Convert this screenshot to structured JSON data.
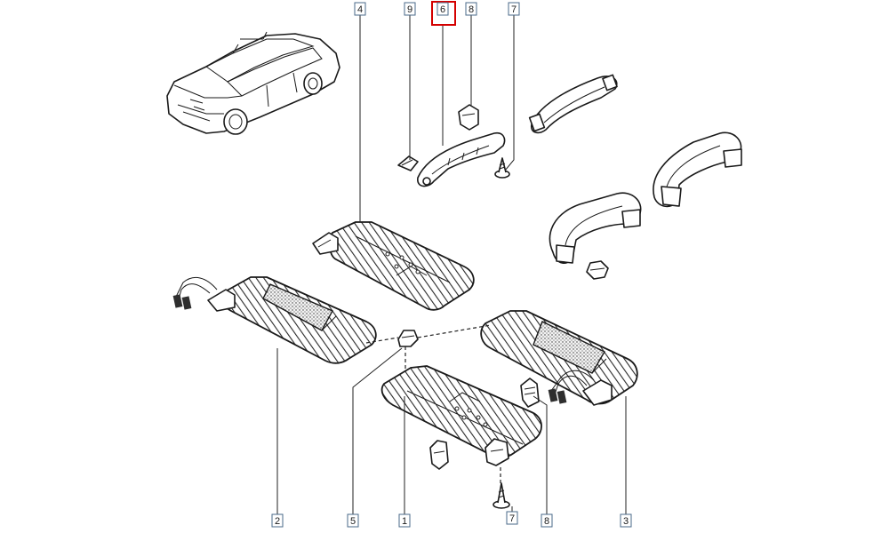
{
  "callouts": [
    {
      "id": "4",
      "label": "4",
      "highlighted": false
    },
    {
      "id": "9",
      "label": "9",
      "highlighted": false
    },
    {
      "id": "6",
      "label": "6",
      "highlighted": true
    },
    {
      "id": "8-top",
      "label": "8",
      "highlighted": false
    },
    {
      "id": "7-top",
      "label": "7",
      "highlighted": false
    },
    {
      "id": "2",
      "label": "2",
      "highlighted": false
    },
    {
      "id": "5",
      "label": "5",
      "highlighted": false
    },
    {
      "id": "1",
      "label": "1",
      "highlighted": false
    },
    {
      "id": "7-bottom",
      "label": "7",
      "highlighted": false
    },
    {
      "id": "8-bottom",
      "label": "8",
      "highlighted": false
    },
    {
      "id": "3",
      "label": "3",
      "highlighted": false
    }
  ],
  "colors": {
    "line": "#1a1a1a",
    "highlight": "#d40000",
    "box_border": "#4a6a8a",
    "background": "#ffffff"
  }
}
